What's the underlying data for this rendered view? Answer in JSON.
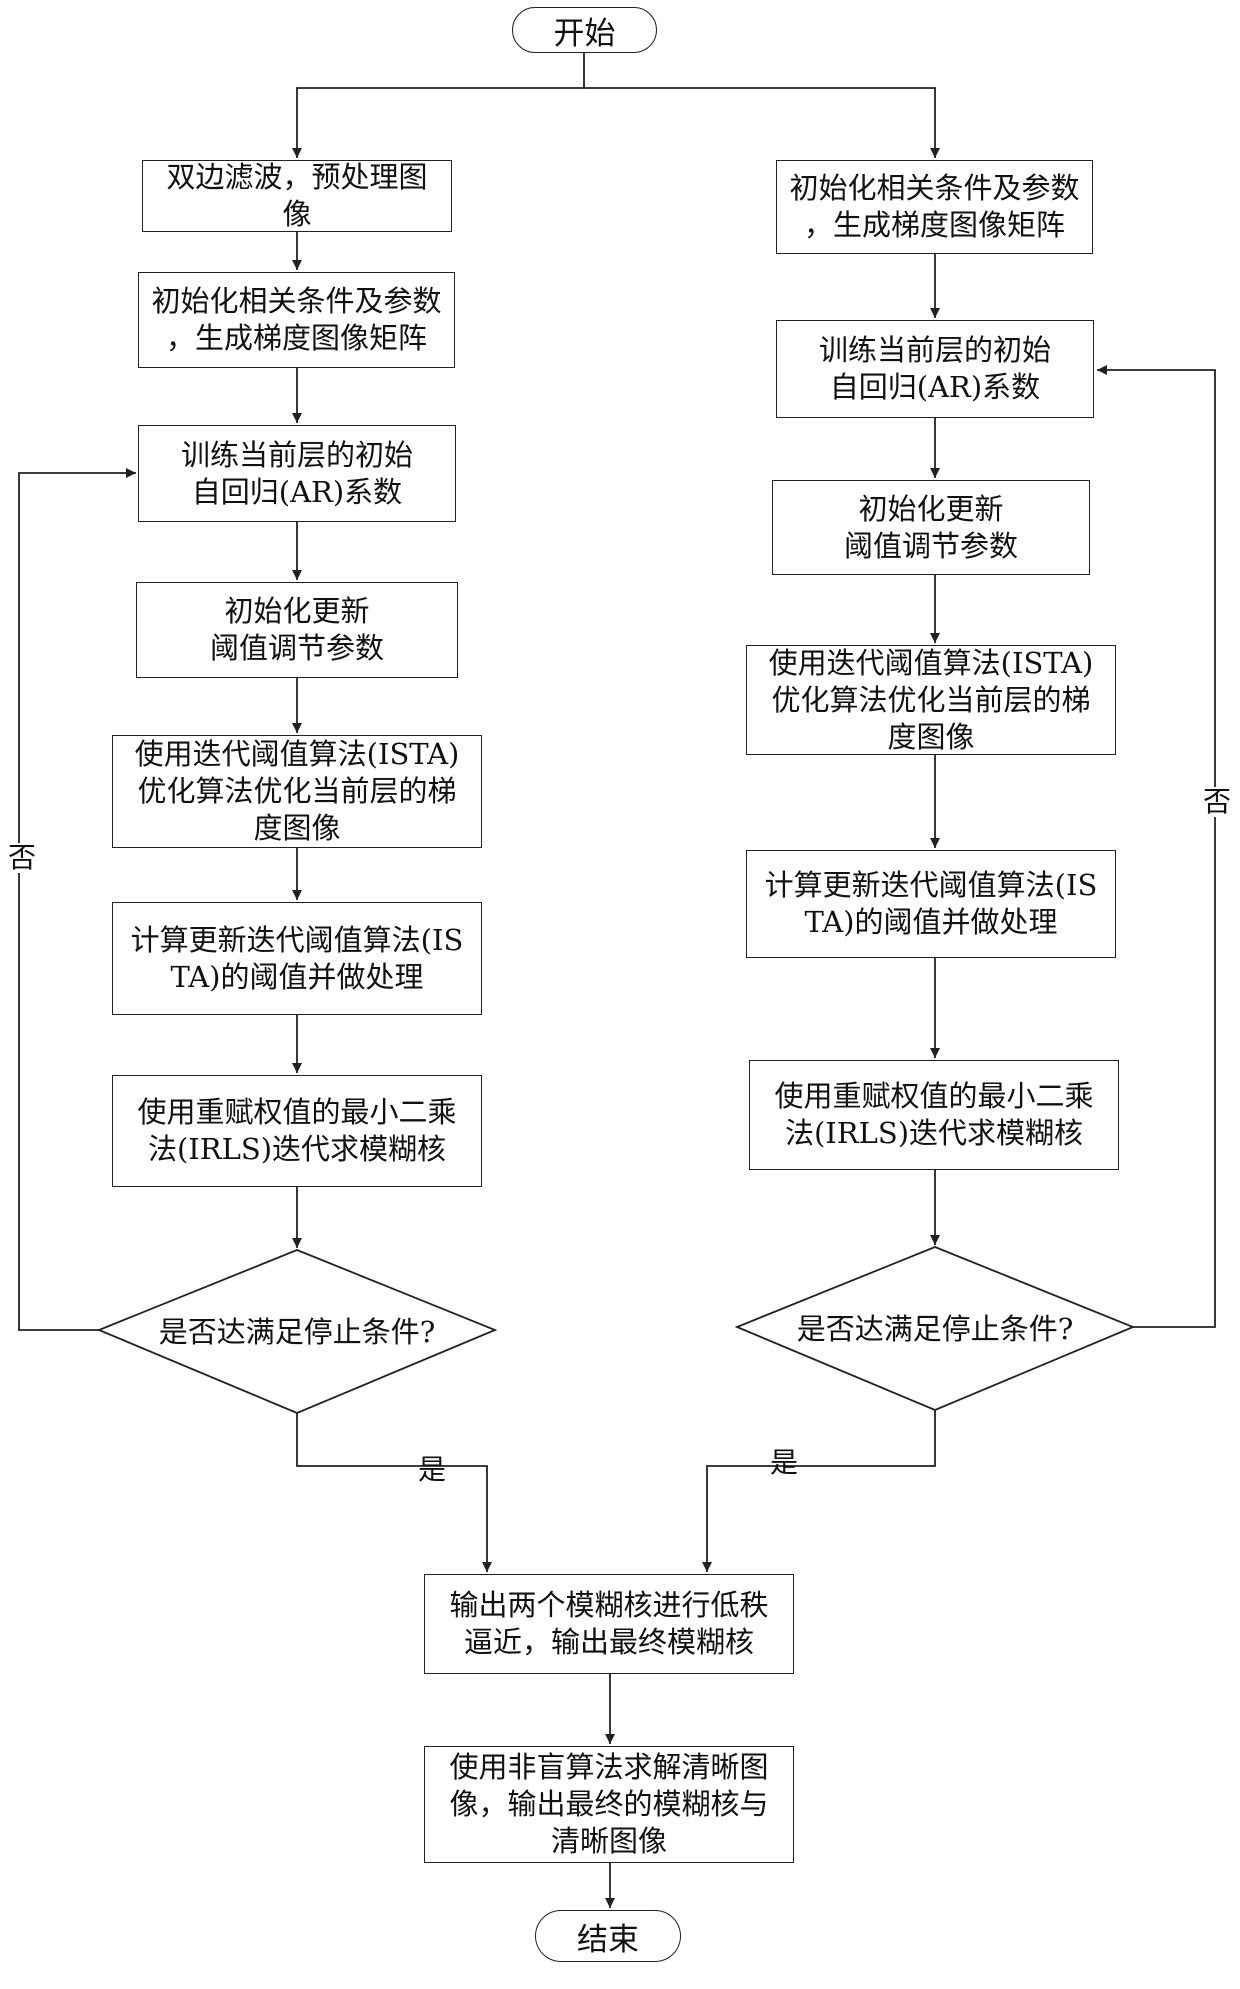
{
  "start": "开始",
  "end": "结束",
  "left": {
    "s1": "双边滤波，预处理图像",
    "s2": "初始化相关条件及参数\n，生成梯度图像矩阵",
    "s3": "训练当前层的初始\n自回归(AR)系数",
    "s4": "初始化更新\n阈值调节参数",
    "s5": "使用迭代阈值算法(ISTA)\n优化算法优化当前层的梯\n度图像",
    "s6": "计算更新迭代阈值算法(IS\nTA)的阈值并做处理",
    "s7": "使用重赋权值的最小二乘\n法(IRLS)迭代求模糊核",
    "decision": "是否达满足停止条件?"
  },
  "right": {
    "s1": "初始化相关条件及参数\n，生成梯度图像矩阵",
    "s2": "训练当前层的初始\n自回归(AR)系数",
    "s3": "初始化更新\n阈值调节参数",
    "s4": "使用迭代阈值算法(ISTA)\n优化算法优化当前层的梯\n度图像",
    "s5": "计算更新迭代阈值算法(IS\nTA)的阈值并做处理",
    "s6": "使用重赋权值的最小二乘\n法(IRLS)迭代求模糊核",
    "decision": "是否达满足停止条件?"
  },
  "merge1": "输出两个模糊核进行低秩\n逼近，输出最终模糊核",
  "merge2": "使用非盲算法求解清晰图\n像，输出最终的模糊核与\n清晰图像",
  "labels": {
    "no": "否",
    "yes": "是"
  }
}
